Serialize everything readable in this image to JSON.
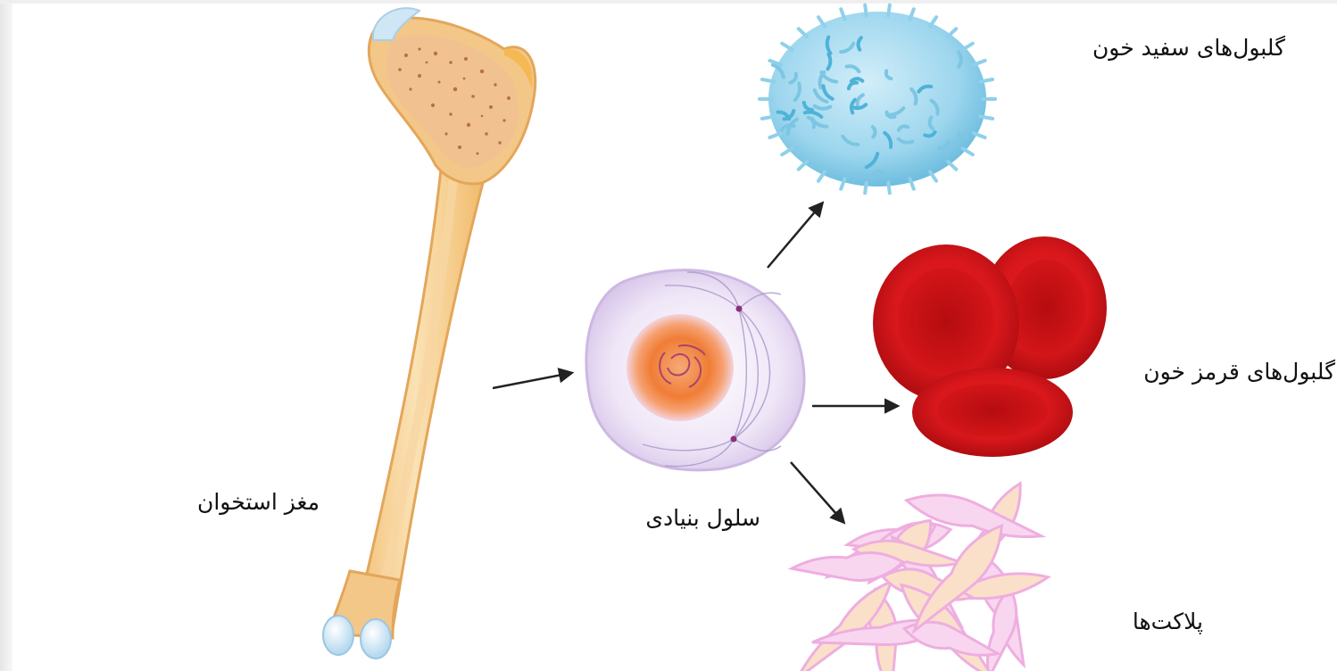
{
  "labels": {
    "bone_marrow": "مغز استخوان",
    "stem_cell": "سلول بنیادی",
    "white_blood_cells": "گلبول‌های سفید خون",
    "red_blood_cells": "گلبول‌های قرمز خون",
    "platelets": "پلاکت‌ها"
  },
  "colors": {
    "bone": "#f6cf91",
    "marrow": "#f1c290",
    "white_cell": "#8fd0ea",
    "red_cell": "#d7171b",
    "platelet": "#f7c9ea",
    "stem_cell": "#e6daf1",
    "nucleus": "#f07d36",
    "arrow": "#222222"
  }
}
